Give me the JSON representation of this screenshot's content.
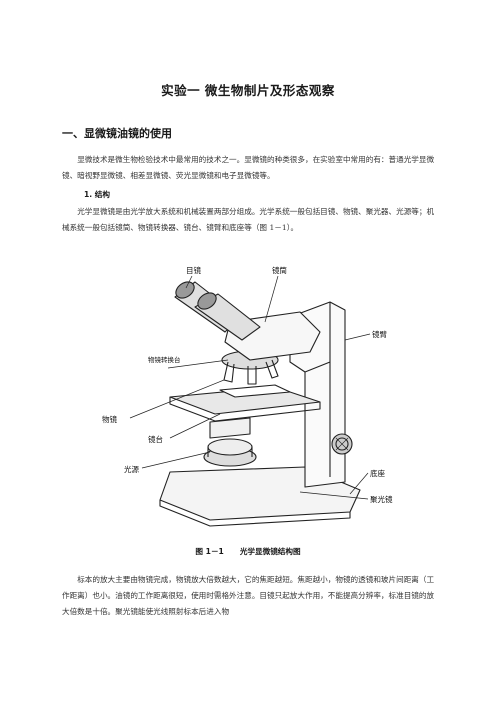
{
  "title": "实验一    微生物制片及形态观察",
  "section_heading": "一、显微镜油镜的使用",
  "intro_paragraph": "显微技术是微生物检验技术中最常用的技术之一。显微镜的种类很多，在实验室中常用的有：普通光学显微镜、暗视野显微镜、相差显微镜、荧光显微镜和电子显微镜等。",
  "subheading": "1. 结构",
  "structure_paragraph": "光学显微镜是由光学放大系统和机械装置两部分组成。光学系统一般包括目镜、物镜、聚光器、光源等；机械系统一般包括镜筒、物镜转换器、镜台、镜臂和底座等（图 1－1）。",
  "figure": {
    "labels": {
      "eyepiece": "目镜",
      "tube": "镜筒",
      "arm": "镜臂",
      "turret": "物镜转换台",
      "objective": "物镜",
      "stage": "镜台",
      "light": "光源",
      "base": "底座",
      "condenser": "聚光镜"
    },
    "caption_num": "图 1－1",
    "caption_text": "光学显微镜结构图"
  },
  "closing_paragraph": "标本的放大主要由物镜完成，物镜放大倍数越大，它的焦距越短。焦距越小，物镜的透镜和玻片间距离（工作距离）也小。油镜的工作距离很短，使用时需格外注意。目镜只起放大作用，不能提高分辨率，标准目镜的放大倍数是十倍。聚光镜能使光线照射标本后进入物"
}
